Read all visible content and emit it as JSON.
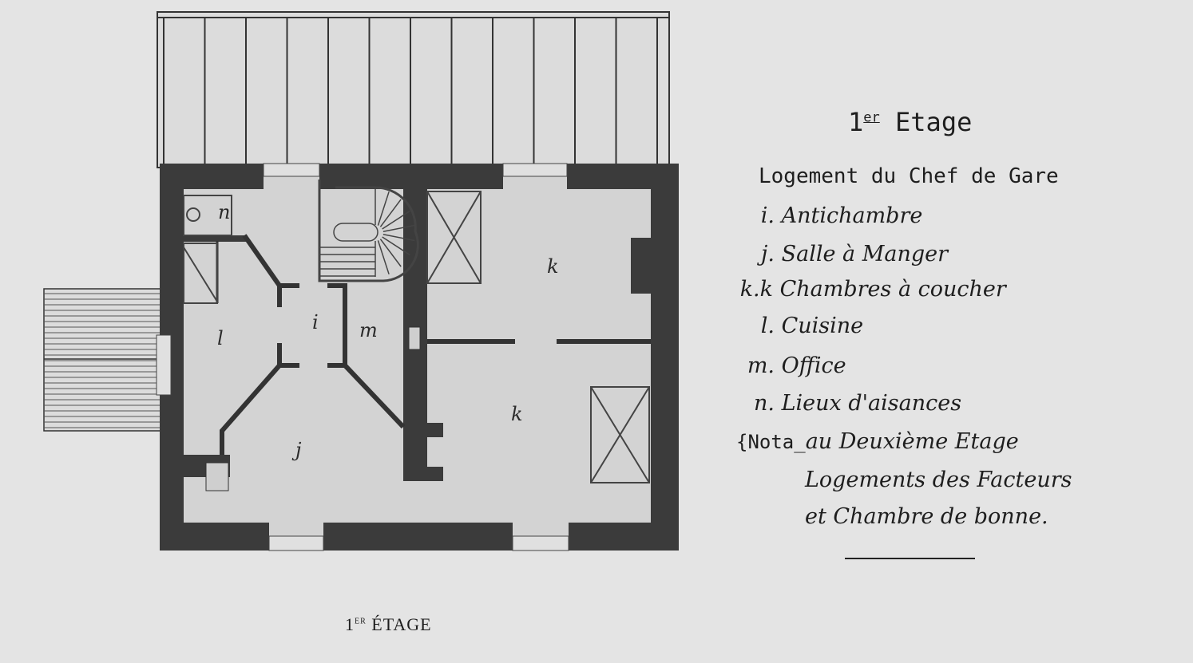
{
  "title": {
    "number": "1",
    "suffix": "er",
    "word": "Etage"
  },
  "subtitle": "Logement du Chef de Gare",
  "legend": [
    {
      "key": "i.",
      "label": "Antichambre"
    },
    {
      "key": "j.",
      "label": "Salle à Manger"
    },
    {
      "key": "k.k",
      "label": "Chambres à coucher"
    },
    {
      "key": "l.",
      "label": "Cuisine"
    },
    {
      "key": "m.",
      "label": "Office"
    },
    {
      "key": "n.",
      "label": "Lieux d'aisances"
    }
  ],
  "nota": {
    "prefix": "{Nota_",
    "line1": "au Deuxième Etage",
    "line2": "Logements des Facteurs",
    "line3": "et Chambre de bonne."
  },
  "plan_labels": {
    "n": "n",
    "l": "l",
    "i": "i",
    "m": "m",
    "k1": "k",
    "k2": "k",
    "j": "j"
  },
  "caption": {
    "number": "1",
    "suffix": "ER",
    "word": "ÉTAGE"
  }
}
